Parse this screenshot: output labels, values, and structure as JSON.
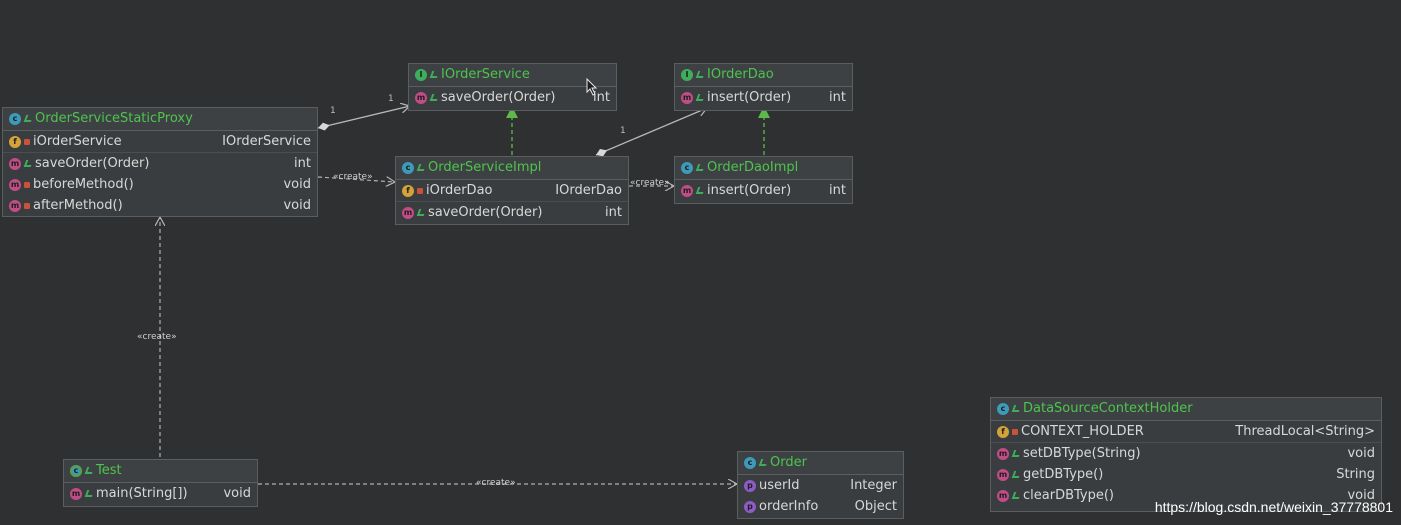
{
  "nodes": {
    "proxy": {
      "name": "OrderServiceStaticProxy",
      "fields": [
        {
          "name": "iOrderService",
          "type": "IOrderService"
        }
      ],
      "methods": [
        {
          "name": "saveOrder(Order)",
          "type": "int"
        },
        {
          "name": "beforeMethod()",
          "type": "void"
        },
        {
          "name": "afterMethod()",
          "type": "void"
        }
      ]
    },
    "iorderservice": {
      "name": "IOrderService",
      "methods": [
        {
          "name": "saveOrder(Order)",
          "type": "int"
        }
      ]
    },
    "iorderdao": {
      "name": "IOrderDao",
      "methods": [
        {
          "name": "insert(Order)",
          "type": "int"
        }
      ]
    },
    "serviceimpl": {
      "name": "OrderServiceImpl",
      "fields": [
        {
          "name": "iOrderDao",
          "type": "IOrderDao"
        }
      ],
      "methods": [
        {
          "name": "saveOrder(Order)",
          "type": "int"
        }
      ]
    },
    "daoimpl": {
      "name": "OrderDaoImpl",
      "methods": [
        {
          "name": "insert(Order)",
          "type": "int"
        }
      ]
    },
    "test": {
      "name": "Test",
      "methods": [
        {
          "name": "main(String[])",
          "type": "void"
        }
      ]
    },
    "order": {
      "name": "Order",
      "properties": [
        {
          "name": "userId",
          "type": "Integer"
        },
        {
          "name": "orderInfo",
          "type": "Object"
        }
      ]
    },
    "holder": {
      "name": "DataSourceContextHolder",
      "fields": [
        {
          "name": "CONTEXT_HOLDER",
          "type": "ThreadLocal<String>"
        }
      ],
      "methods": [
        {
          "name": "setDBType(String)",
          "type": "void"
        },
        {
          "name": "getDBType()",
          "type": "String"
        },
        {
          "name": "clearDBType()",
          "type": "void"
        }
      ]
    }
  },
  "edge_labels": {
    "create": "«create»",
    "mult_one": "1"
  },
  "watermark": "https://blog.csdn.net/weixin_37778801",
  "colors": {
    "background": "#2e3032",
    "class_name": "#4ec44e",
    "inheritance_arrow": "#5fb84a",
    "dependency_line": "#b0b0b0"
  }
}
